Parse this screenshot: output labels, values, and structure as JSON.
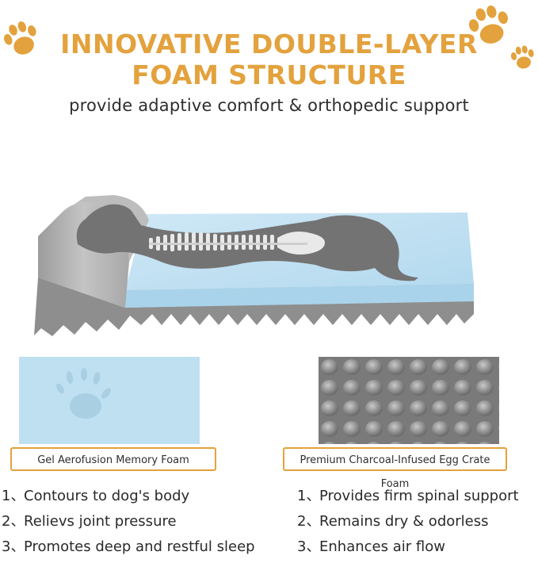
{
  "header": {
    "title_line1": "INNOVATIVE  DOUBLE-LAYER",
    "title_line2": "FOAM STRUCTURE",
    "subtitle": "provide adaptive comfort & orthopedic support"
  },
  "colors": {
    "accent": "#e3a23d",
    "gel_foam": "#bfe0f1",
    "charcoal_foam": "#8a8a8a",
    "text": "#2e2e2e"
  },
  "icons": {
    "top_left": "paw-print-icon",
    "top_right": "paw-print-icon",
    "hero": "foam-bed-with-dog-silhouette"
  },
  "layers": [
    {
      "name": "Gel Aerofusion Memory Foam",
      "features": [
        {
          "num": "1、",
          "text": "Contours to dog's body"
        },
        {
          "num": "2、",
          "text": "Relievs joint pressure"
        },
        {
          "num": "3、",
          "text": "Promotes deep and restful sleep"
        }
      ]
    },
    {
      "name": "Premium Charcoal-Infused Egg Crate Foam",
      "features": [
        {
          "num": "1、",
          "text": "Provides firm spinal support"
        },
        {
          "num": "2、",
          "text": "Remains dry & odorless"
        },
        {
          "num": "3、",
          "text": "Enhances air flow"
        }
      ]
    }
  ]
}
